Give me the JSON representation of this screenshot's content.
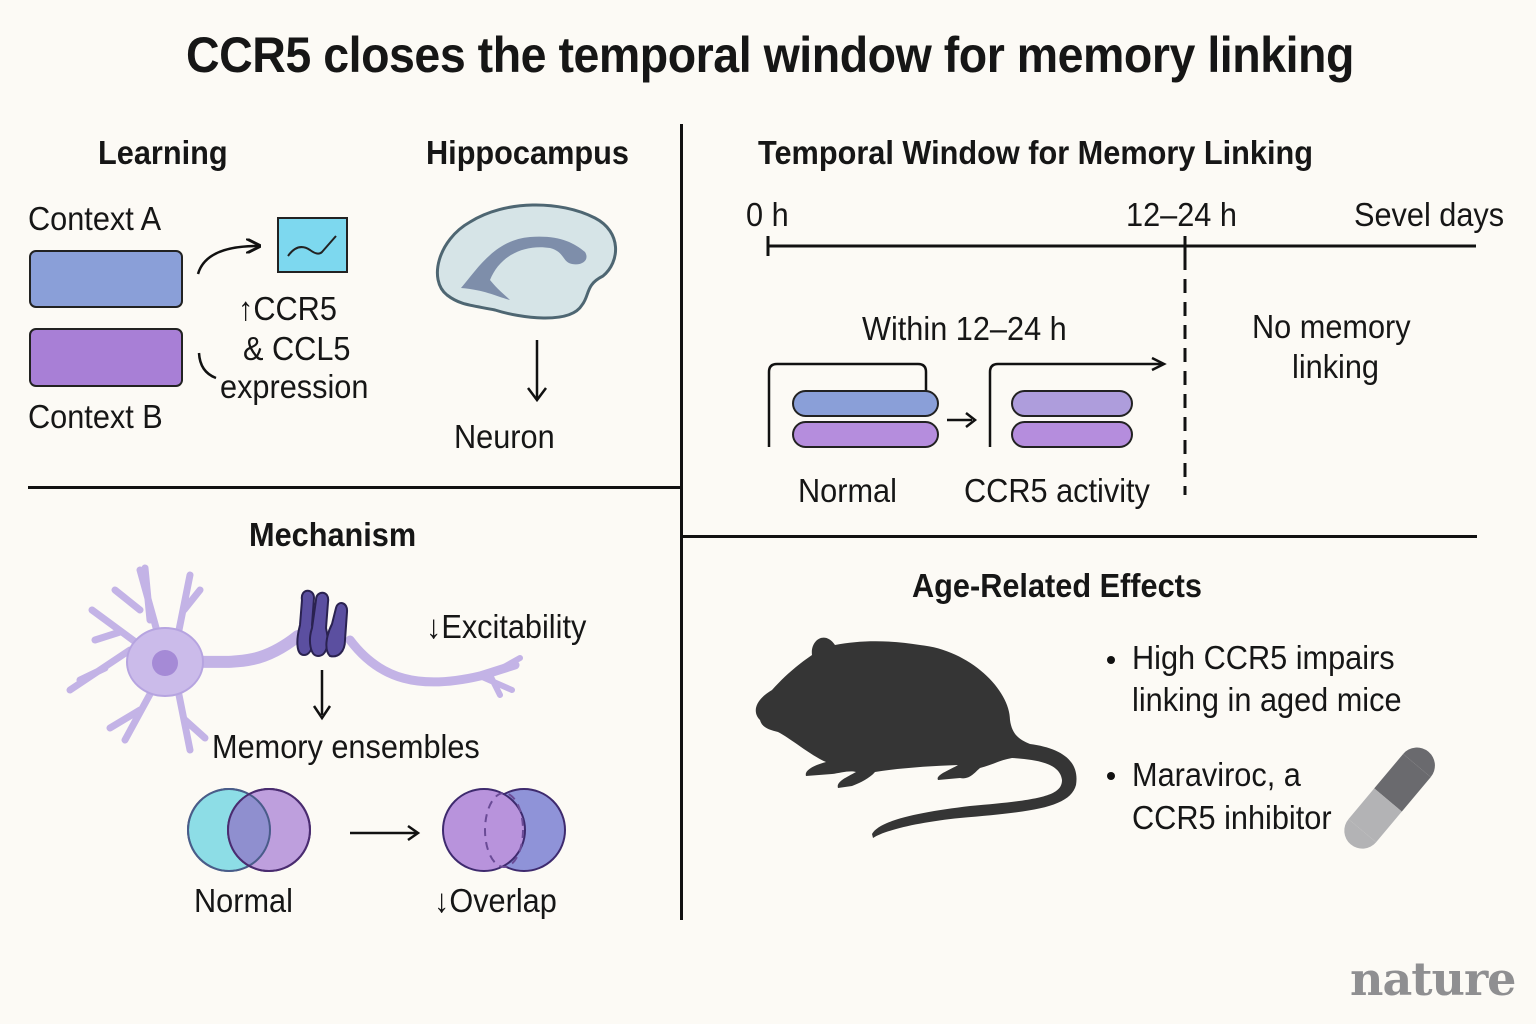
{
  "title": "CCR5 closes the temporal window for memory linking",
  "learning": {
    "heading": "Learning",
    "context_a": "Context A",
    "context_b": "Context B",
    "expression_lines": [
      "↑CCR5",
      "& CCL5",
      "expression"
    ],
    "icons": [
      "curved-arrow-icon",
      "activity-chart-icon"
    ]
  },
  "hippocampus": {
    "heading": "Hippocampus",
    "neuron_label": "Neuron",
    "icons": [
      "hippocampus-icon",
      "down-arrow-icon"
    ]
  },
  "temporal_window": {
    "heading": "Temporal Window for Memory Linking",
    "timeline_labels": [
      "0 h",
      "12–24 h",
      "Sevel days"
    ],
    "within_label": "Within 12–24 h",
    "normal_label": "Normal",
    "ccr5_label": "CCR5 activity",
    "no_linking_lines": [
      "No memory",
      "linking"
    ]
  },
  "mechanism": {
    "heading": "Mechanism",
    "excitability": "↓Excitability",
    "ensembles": "Memory ensembles",
    "normal_label": "Normal",
    "overlap_label": "↓Overlap",
    "icons": [
      "neuron-icon",
      "ccr5-receptor-icon",
      "axon-icon",
      "venn-normal-icon",
      "venn-reduced-overlap-icon"
    ]
  },
  "age_effects": {
    "heading": "Age-Related Effects",
    "bullets": [
      {
        "lines": [
          "High CCR5 impairs",
          "linking in aged mice"
        ]
      },
      {
        "lines": [
          "Maraviroc, a",
          "CCR5 inhibitor"
        ]
      }
    ],
    "icons": [
      "mouse-icon",
      "pill-icon"
    ]
  },
  "logo": "nature",
  "colors": {
    "background": "#fcfaf5",
    "context_a": "#8a9fd8",
    "context_b": "#a87fd6",
    "chart_box": "#7dd8ef",
    "hippocampus_fill": "#d6e4e7",
    "hippocampus_inner": "#7e8eaa",
    "neuron_fill": "#cbbbea",
    "receptor": "#5b4fa0",
    "mouse": "#353535"
  }
}
